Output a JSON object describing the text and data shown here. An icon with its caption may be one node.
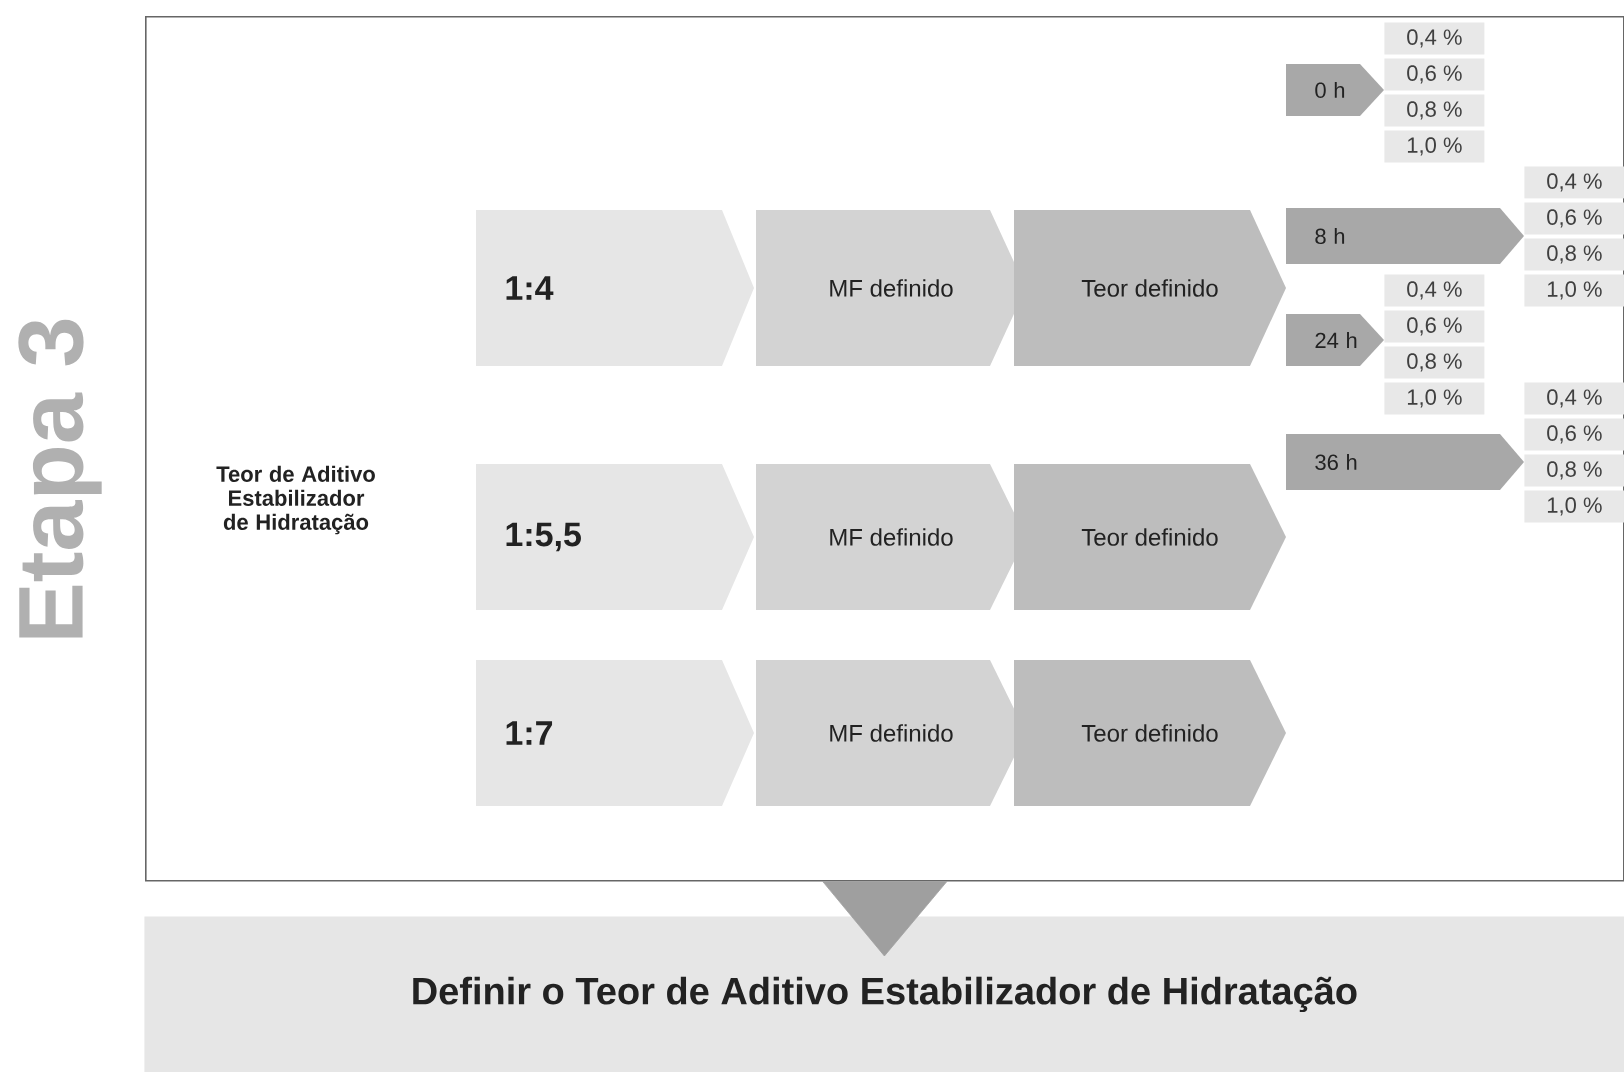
{
  "diagram": {
    "nodes": [
      {
        "text": [],
        "shape": "box"
      },
      {
        "text": [
          "Teor de Aditivo Estabilizador de Hidratação"
        ],
        "in": 0
      },
      {
        "text": [
          "1:4"
        ],
        "in": 0
      },
      {
        "text": [
          "MF definido"
        ],
        "in": 0
      },
      {
        "text": [
          "Teor definido"
        ],
        "in": 0
      },
      {
        "text": [
          "1:5,5"
        ],
        "in": 0
      },
      {
        "text": [
          "MF definido"
        ],
        "in": 0
      },
      {
        "text": [
          "Teor definido"
        ],
        "in": 0
      },
      {
        "text": [
          "1:7"
        ],
        "in": 0
      },
      {
        "text": [
          "MF definido"
        ],
        "in": 0
      },
      {
        "text": [
          "Teor definido"
        ],
        "in": 0
      },
      {
        "text": [
          "0 h"
        ],
        "in": 0
      },
      {
        "text": [
          "0,4 %"
        ],
        "in": 0
      },
      {
        "text": [
          "0,6 %"
        ],
        "in": 0
      },
      {
        "text": [
          "0,8 %"
        ],
        "in": 0
      },
      {
        "text": [
          "1,0 %"
        ],
        "in": 0
      },
      {
        "text": [
          "8 h"
        ],
        "in": 0
      },
      {
        "text": [
          "0,4 %"
        ],
        "in": 0
      },
      {
        "text": [
          "0,6 %"
        ],
        "in": 0
      },
      {
        "text": [
          "0,8 %"
        ],
        "in": 0
      },
      {
        "text": [
          "1,0 %"
        ],
        "in": 0
      },
      {
        "text": [
          "24 h"
        ],
        "in": 0
      },
      {
        "text": [
          "0,4 %"
        ],
        "in": 0
      },
      {
        "text": [
          "0,6 %"
        ],
        "in": 0
      },
      {
        "text": [
          "0,8 %"
        ],
        "in": 0
      },
      {
        "text": [
          "1,0 %"
        ],
        "in": 0
      },
      {
        "text": [
          "36 h"
        ],
        "in": 0
      },
      {
        "text": [
          "0,4 %"
        ],
        "in": 0
      },
      {
        "text": [
          "0,6 %"
        ],
        "in": 0
      },
      {
        "text": [
          "0,8 %"
        ],
        "in": 0
      },
      {
        "text": [
          "1,0 %"
        ],
        "in": 0
      },
      {
        "text": [
          "Definir o Teor de Aditivo Estabilizador de Hidratação"
        ]
      }
    ],
    "edges": [
      {
        "from": 0,
        "to": 31,
        "arrow": "to"
      }
    ],
    "labels": [
      "Etapa 3"
    ]
  }
}
